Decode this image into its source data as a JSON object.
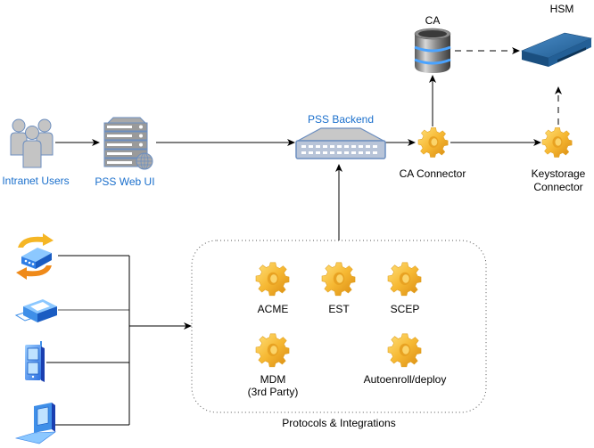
{
  "diagram": {
    "nodes": {
      "intranet_users": {
        "label": "Intranet Users",
        "icon": "users-group-icon"
      },
      "pss_web_ui": {
        "label": "PSS Web UI",
        "icon": "web-server-icon"
      },
      "pss_backend": {
        "label": "PSS Backend",
        "icon": "network-switch-icon"
      },
      "ca_connector": {
        "label": "CA Connector",
        "icon": "gear-icon"
      },
      "keystorage_connector": {
        "label_line1": "Keystorage",
        "label_line2": "Connector",
        "icon": "gear-icon"
      },
      "ca": {
        "label": "CA",
        "icon": "database-icon"
      },
      "hsm": {
        "label": "HSM",
        "icon": "hsm-appliance-icon"
      },
      "acme": {
        "label": "ACME",
        "icon": "gear-icon"
      },
      "est": {
        "label": "EST",
        "icon": "gear-icon"
      },
      "scep": {
        "label": "SCEP",
        "icon": "gear-icon"
      },
      "mdm": {
        "label_line1": "MDM",
        "label_line2": "(3rd Party)",
        "icon": "gear-icon"
      },
      "autoenroll": {
        "label": "Autoenroll/deploy",
        "icon": "gear-icon"
      },
      "device_router": {
        "icon": "router-sync-icon"
      },
      "device_printer": {
        "icon": "printer-icon"
      },
      "device_phone": {
        "icon": "mobile-phone-icon"
      },
      "device_laptop": {
        "icon": "laptop-icon"
      }
    },
    "group": {
      "label": "Protocols & Integrations",
      "border_style": "dotted"
    },
    "edges": [
      {
        "from": "intranet_users",
        "to": "pss_web_ui",
        "style": "solid"
      },
      {
        "from": "pss_web_ui",
        "to": "pss_backend",
        "style": "solid"
      },
      {
        "from": "pss_backend",
        "to": "ca_connector",
        "style": "solid"
      },
      {
        "from": "ca_connector",
        "to": "keystorage_connector",
        "style": "solid"
      },
      {
        "from": "ca_connector",
        "to": "ca",
        "style": "solid"
      },
      {
        "from": "ca",
        "to": "hsm",
        "style": "dashed"
      },
      {
        "from": "keystorage_connector",
        "to": "hsm",
        "style": "dashed"
      },
      {
        "from": "protocols_integrations",
        "to": "pss_backend",
        "style": "solid"
      },
      {
        "from": "devices",
        "to": "protocols_integrations",
        "style": "solid"
      }
    ],
    "colors": {
      "label_blue": "#1a6fcc",
      "gear_orange": "#f0b030",
      "device_blue": "#3f8fe8",
      "hsm_blue": "#2d6fa6",
      "gray_icon": "#c4c4c4",
      "icon_outline": "#6c8ebf"
    }
  }
}
